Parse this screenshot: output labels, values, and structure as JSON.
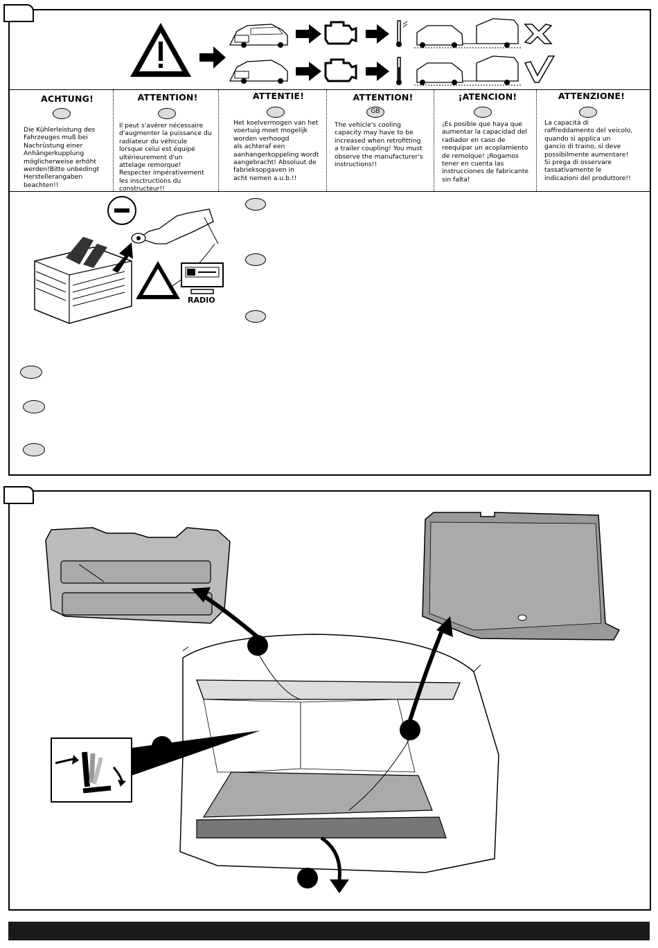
{
  "warning_columns": [
    {
      "heading": "ACHTUNG!",
      "badge": "",
      "text": "Die Kühlerleistung des\nFahrzeuges muß bei\nNachrüstung einer\nAnhängerkupplung\nmöglicherweise erhöht\nwerden!Bitte unbedingt\nHerstellerangaben\nbeachten!!"
    },
    {
      "heading": "ATTENTION!",
      "badge": "",
      "text": "Il peut s'avérer nécessaire\nd'augmenter la puissance du\nradiateur du véhicule\nlorsque celui est équipé\nultérieurement d'un\nattelage remorque!\nRespecter impérativement\nles insctructions du\nconstructeur!!"
    },
    {
      "heading": "ATTENTIE!",
      "badge": "",
      "text": "Het koelvermogen van het\nvoertuig moet mogelijk\nworden verhoogd\nals achteraf een\naanhangerkoppeling wordt\naangebracht! Absoluut de\nfabrieksopgaven in\nacht nemen a.u.b.!!"
    },
    {
      "heading": "ATTENTION!",
      "badge": "GB",
      "text": "The vehicle's cooling\ncapacity may have to be\nincreased when retrofitting\na trailer coupling! You must\nobserve the manufacturer's\ninstructions!!"
    },
    {
      "heading": "¡ATENCION!",
      "badge": "",
      "text": "¡Es posible que haya que\naumentar la capacidad del\nradiador en caso de\nreequipar un acoplamiento\nde remolque! ¡Rogamos\ntener en cuenta las\ninstrucciones de fabricante\nsin falta!"
    },
    {
      "heading": "ATTENZIONE!",
      "badge": "",
      "text": "La capacità di\nraffreddamento del veicolo,\nquando si applica un\ngancio di traino, si deve\npossibilmente aumentare!\nSi prega di osservare\ntassativamente le\nindicazioni del produttore!!"
    }
  ],
  "battery_section": {
    "radio_label": "RADIO",
    "minus_symbol": "—"
  },
  "icons": {
    "warning": "warning-triangle-icon",
    "engine": "engine-icon",
    "thermometer": "thermometer-icon",
    "cross": "cross-mark-icon",
    "check": "check-mark-icon"
  },
  "colors": {
    "oval_fill": "#dddddd",
    "footer": "#1a1a1a"
  }
}
